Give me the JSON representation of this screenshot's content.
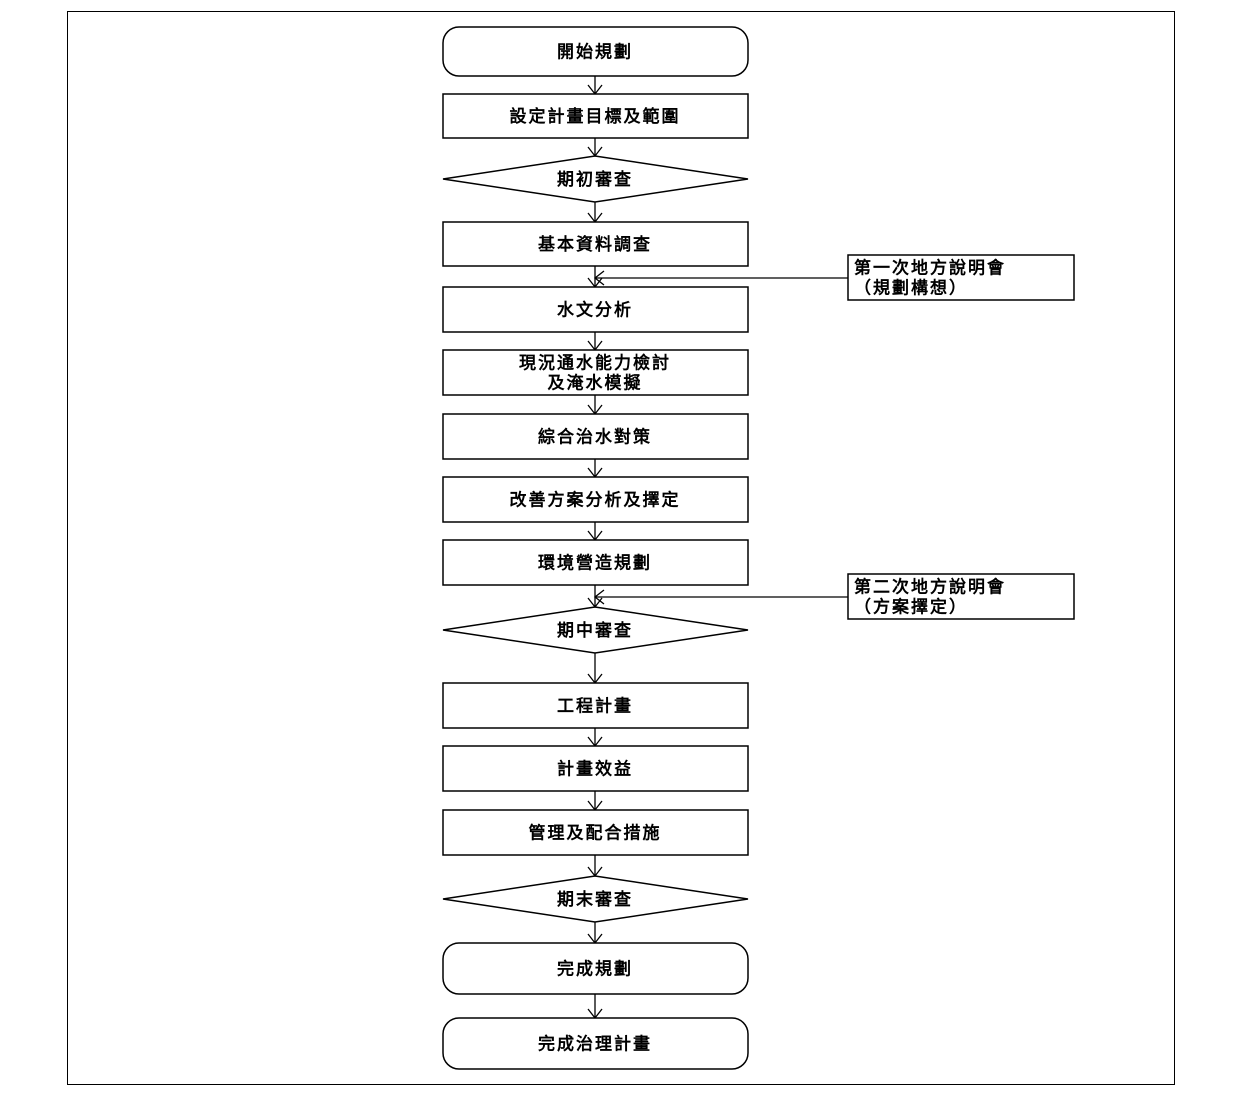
{
  "flowchart": {
    "nodes": [
      {
        "id": "start",
        "shape": "terminal",
        "lines": [
          "開始規劃"
        ]
      },
      {
        "id": "goal",
        "shape": "process",
        "lines": [
          "設定計畫目標及範圍"
        ]
      },
      {
        "id": "review1",
        "shape": "decision",
        "lines": [
          "期初審查"
        ]
      },
      {
        "id": "survey",
        "shape": "process",
        "lines": [
          "基本資料調查"
        ]
      },
      {
        "id": "hydro",
        "shape": "process",
        "lines": [
          "水文分析"
        ]
      },
      {
        "id": "capacity",
        "shape": "process",
        "lines": [
          "現況通水能力檢討",
          "及淹水模擬"
        ]
      },
      {
        "id": "measures",
        "shape": "process",
        "lines": [
          "綜合治水對策"
        ]
      },
      {
        "id": "plan_select",
        "shape": "process",
        "lines": [
          "改善方案分析及擇定"
        ]
      },
      {
        "id": "environment",
        "shape": "process",
        "lines": [
          "環境營造規劃"
        ]
      },
      {
        "id": "review2",
        "shape": "decision",
        "lines": [
          "期中審查"
        ]
      },
      {
        "id": "engineering",
        "shape": "process",
        "lines": [
          "工程計畫"
        ]
      },
      {
        "id": "benefit",
        "shape": "process",
        "lines": [
          "計畫效益"
        ]
      },
      {
        "id": "management",
        "shape": "process",
        "lines": [
          "管理及配合措施"
        ]
      },
      {
        "id": "review3",
        "shape": "decision",
        "lines": [
          "期末審查"
        ]
      },
      {
        "id": "done",
        "shape": "terminal",
        "lines": [
          "完成規劃"
        ]
      },
      {
        "id": "final",
        "shape": "terminal",
        "lines": [
          "完成治理計畫"
        ]
      }
    ],
    "side_notes": [
      {
        "id": "meeting1",
        "lines": [
          "第一次地方說明會",
          "（規劃構想）"
        ],
        "joins_before": "hydro"
      },
      {
        "id": "meeting2",
        "lines": [
          "第二次地方說明會",
          "（方案擇定）"
        ],
        "joins_before": "review2"
      }
    ]
  }
}
